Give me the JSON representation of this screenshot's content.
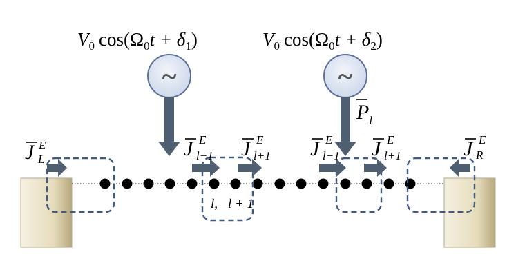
{
  "sources": [
    {
      "amplitude": "V",
      "amplitude_sub": "0",
      "func": "cos(",
      "omega": "Ω",
      "omega_sub": "0",
      "t": "t + ",
      "phase": "δ",
      "phase_sub": "1",
      "close": ")",
      "glyph": "~"
    },
    {
      "amplitude": "V",
      "amplitude_sub": "0",
      "func": "cos(",
      "omega": "Ω",
      "omega_sub": "0",
      "t": "t + ",
      "phase": "δ",
      "phase_sub": "2",
      "close": ")",
      "glyph": "~"
    }
  ],
  "power": {
    "symbol": "P",
    "sub": "l"
  },
  "currents": {
    "left": {
      "symbol": "J",
      "sup": "E",
      "sub": "L"
    },
    "l_minus_1_a": {
      "symbol": "J",
      "sup": "E",
      "sub": "l−1"
    },
    "l_plus_1_a": {
      "symbol": "J",
      "sup": "E",
      "sub": "l+1"
    },
    "l_minus_1_b": {
      "symbol": "J",
      "sup": "E",
      "sub": "l−1"
    },
    "l_plus_1_b": {
      "symbol": "J",
      "sup": "E",
      "sub": "l+1"
    },
    "right": {
      "symbol": "J",
      "sup": "E",
      "sub": "R"
    }
  },
  "site_labels": {
    "l": "l,",
    "l_plus_1": "l + 1"
  },
  "colors": {
    "arrow": "#4f5f72",
    "dashed_box": "#3e5b86",
    "source_fill": "#dbe4f2",
    "source_stroke": "#5a7099",
    "reservoir_light": "#f4f0df",
    "reservoir_dark": "#b9ab7d"
  }
}
